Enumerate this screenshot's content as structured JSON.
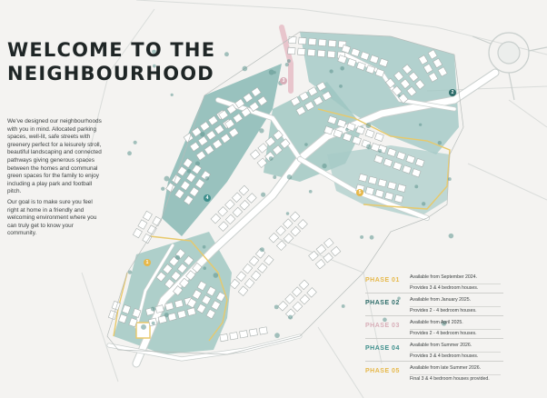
{
  "title": {
    "line1": "WELCOME TO THE",
    "line2": "NEIGHBOURHOOD"
  },
  "intro": {
    "paragraph1": "We've designed our neighbourhoods with you in mind. Allocated parking spaces, well-lit, safe streets with greenery perfect for a leisurely stroll, beautiful landscaping and connected pathways giving generous spaces between the homes and communal green spaces for the family to enjoy including a play park and football pitch.",
    "paragraph2": "Our goal is to make sure you feel right at home in a friendly and welcoming environment where you can truly get to know your community."
  },
  "colors": {
    "background": "#f4f3f1",
    "green_space": "#8fbcb8",
    "green_dark": "#6ea29e",
    "road": "#ffffff",
    "road_edge": "#c9cfcd",
    "outline": "#b7bdbb",
    "phase_route": "#e8c96a",
    "phase01": "#e6b84a",
    "phase02": "#2e6d6a",
    "phase03": "#d8aeb8",
    "phase04": "#3e8f8c",
    "phase05": "#e6b84a",
    "pink_path": "#e8c5cc"
  },
  "legend": {
    "phases": [
      {
        "label": "PHASE 01",
        "color": "#e6b84a",
        "line1": "Available from September 2024.",
        "line2": "Provides 3 & 4 bedroom houses."
      },
      {
        "label": "PHASE 02",
        "color": "#2e6d6a",
        "line1": "Available from January 2025.",
        "line2": "Provides 2 - 4 bedroom houses."
      },
      {
        "label": "PHASE 03",
        "color": "#d8aeb8",
        "line1": "Available from April 2025.",
        "line2": "Provides 2 - 4 bedroom houses."
      },
      {
        "label": "PHASE 04",
        "color": "#3e8f8c",
        "line1": "Available from Summer 2026.",
        "line2": "Provides 3 & 4 bedroom houses."
      },
      {
        "label": "PHASE 05",
        "color": "#e6b84a",
        "line1": "Available from late Summer 2026.",
        "line2": "Final 3 & 4 bedroom houses provided."
      }
    ]
  },
  "map_badges": [
    {
      "text": "2",
      "color": "#2e6d6a"
    },
    {
      "text": "4",
      "color": "#3e8f8c"
    },
    {
      "text": "5",
      "color": "#e6b84a"
    },
    {
      "text": "1",
      "color": "#e6b84a"
    },
    {
      "text": "3",
      "color": "#d8aeb8"
    }
  ]
}
